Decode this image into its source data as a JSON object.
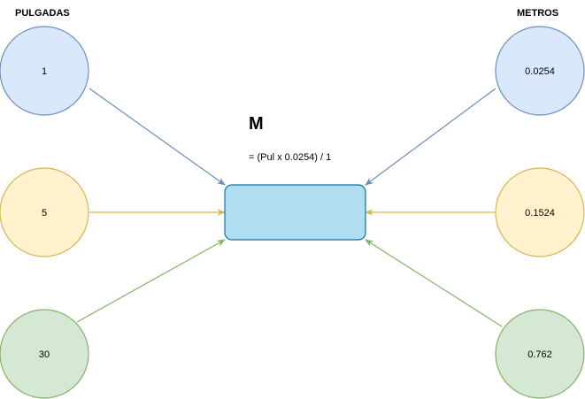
{
  "headers": {
    "left": "PULGADAS",
    "right": "METROS"
  },
  "converter": {
    "title": "M",
    "formula": "= (Pul x 0.0254) / 1",
    "fill": "#b1ddf0",
    "stroke": "#10739e"
  },
  "inputs": [
    {
      "value": "1",
      "fill": "#dae8fc",
      "stroke": "#6c8ebf"
    },
    {
      "value": "5",
      "fill": "#fff2cc",
      "stroke": "#d6b656"
    },
    {
      "value": "30",
      "fill": "#d5e8d4",
      "stroke": "#82b366"
    }
  ],
  "outputs": [
    {
      "value": "0.0254",
      "fill": "#dae8fc",
      "stroke": "#6c8ebf"
    },
    {
      "value": "0.1524",
      "fill": "#fff2cc",
      "stroke": "#d6b656"
    },
    {
      "value": "0.762",
      "fill": "#d5e8d4",
      "stroke": "#82b366"
    }
  ]
}
